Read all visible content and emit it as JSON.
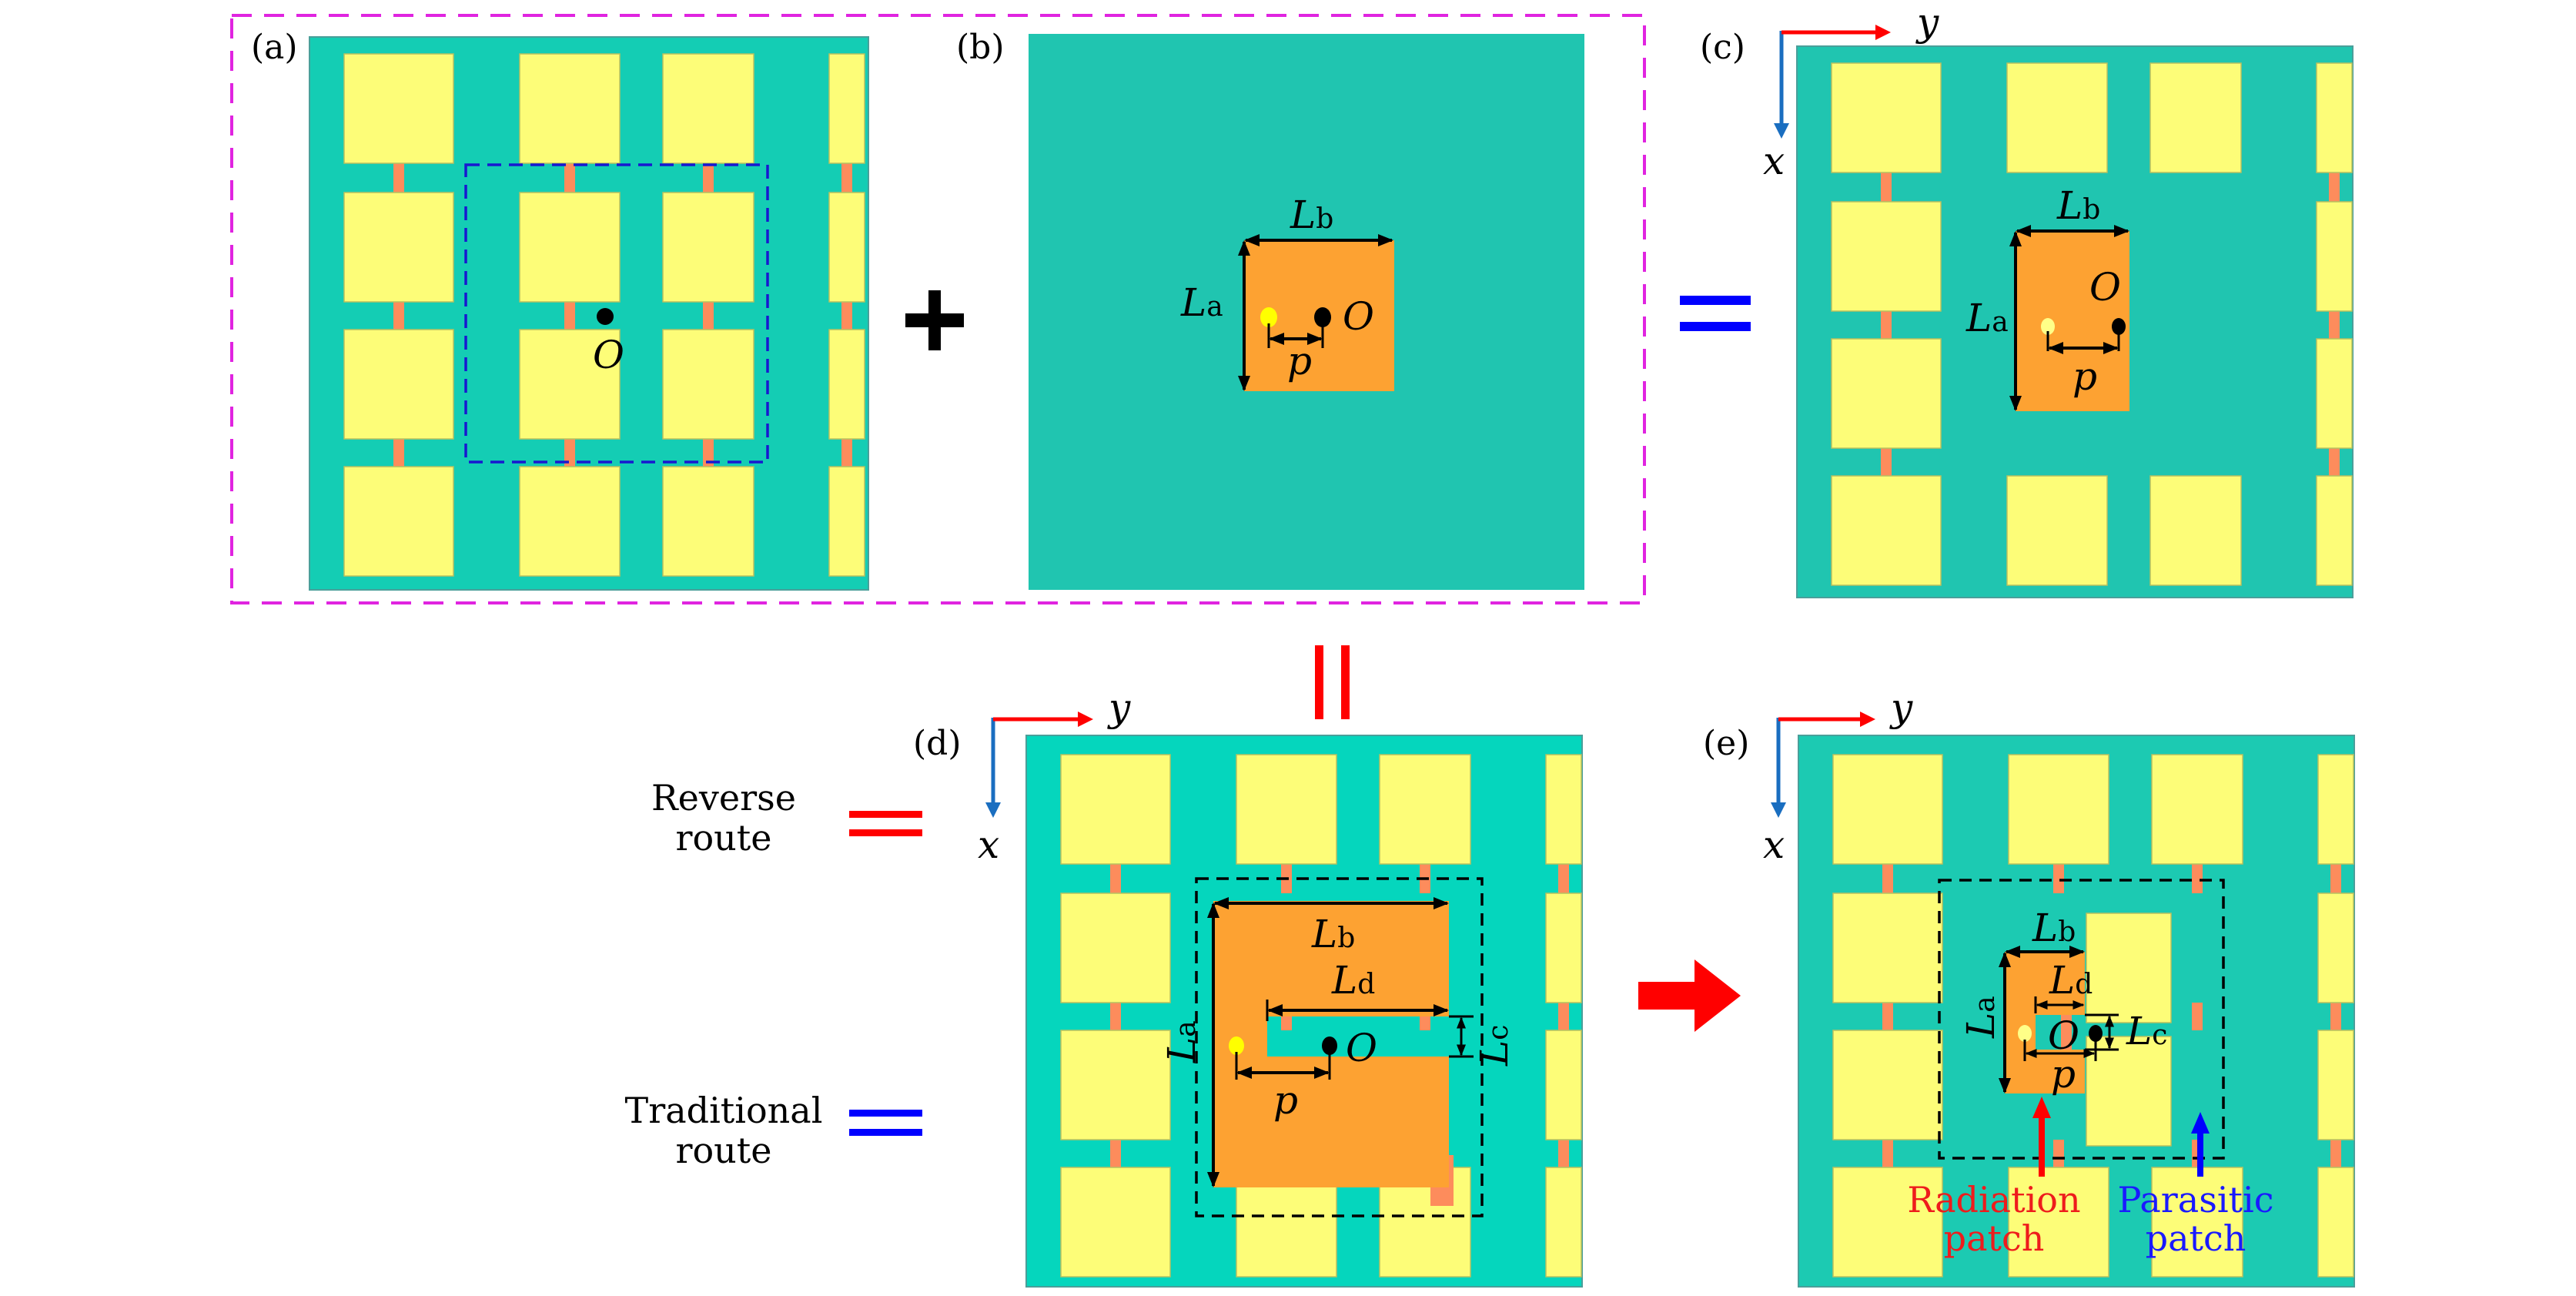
{
  "colors": {
    "substrate_a": "#14cdb4",
    "substrate_b": "#20c5b0",
    "substrate_d": "#05d6bd",
    "patch_yellow": "#fdfd78",
    "feed_line": "#fd8c5c",
    "radiation_patch": "#fda232",
    "magenta_border": "#e024e0",
    "blue_dashed": "#1818d0",
    "red": "#ff0000",
    "blue": "#0000ff",
    "axis_blue": "#1a6ec0",
    "feed_point": "#ffff00"
  },
  "panels": {
    "a": {
      "label": "(a)",
      "origin_label": "O"
    },
    "b": {
      "label": "(b)",
      "origin_label": "O",
      "dims": {
        "La": "L",
        "La_sub": "a",
        "Lb": "L",
        "Lb_sub": "b",
        "p": "p"
      }
    },
    "c": {
      "label": "(c)",
      "origin_label": "O",
      "axis_x": "x",
      "axis_y": "y",
      "dims": {
        "La": "L",
        "La_sub": "a",
        "Lb": "L",
        "Lb_sub": "b",
        "p": "p"
      }
    },
    "d": {
      "label": "(d)",
      "origin_label": "O",
      "axis_x": "x",
      "axis_y": "y",
      "dims": {
        "La": "L",
        "La_sub": "a",
        "Lb": "L",
        "Lb_sub": "b",
        "Lc": "L",
        "Lc_sub": "c",
        "Ld": "L",
        "Ld_sub": "d",
        "p": "p"
      }
    },
    "e": {
      "label": "(e)",
      "origin_label": "O",
      "axis_x": "x",
      "axis_y": "y",
      "dims": {
        "La": "L",
        "La_sub": "a",
        "Lb": "L",
        "Lb_sub": "b",
        "Lc": "L",
        "Lc_sub": "c",
        "Ld": "L",
        "Ld_sub": "d",
        "p": "p"
      },
      "radiation_line1": "Radiation",
      "radiation_line2": "patch",
      "parasitic_line1": "Parasitic",
      "parasitic_line2": "patch"
    }
  },
  "operators": {
    "plus": "+",
    "equals": "="
  },
  "legend": {
    "reverse_line1": "Reverse",
    "reverse_line2": "route",
    "traditional_line1": "Traditional",
    "traditional_line2": "route"
  }
}
